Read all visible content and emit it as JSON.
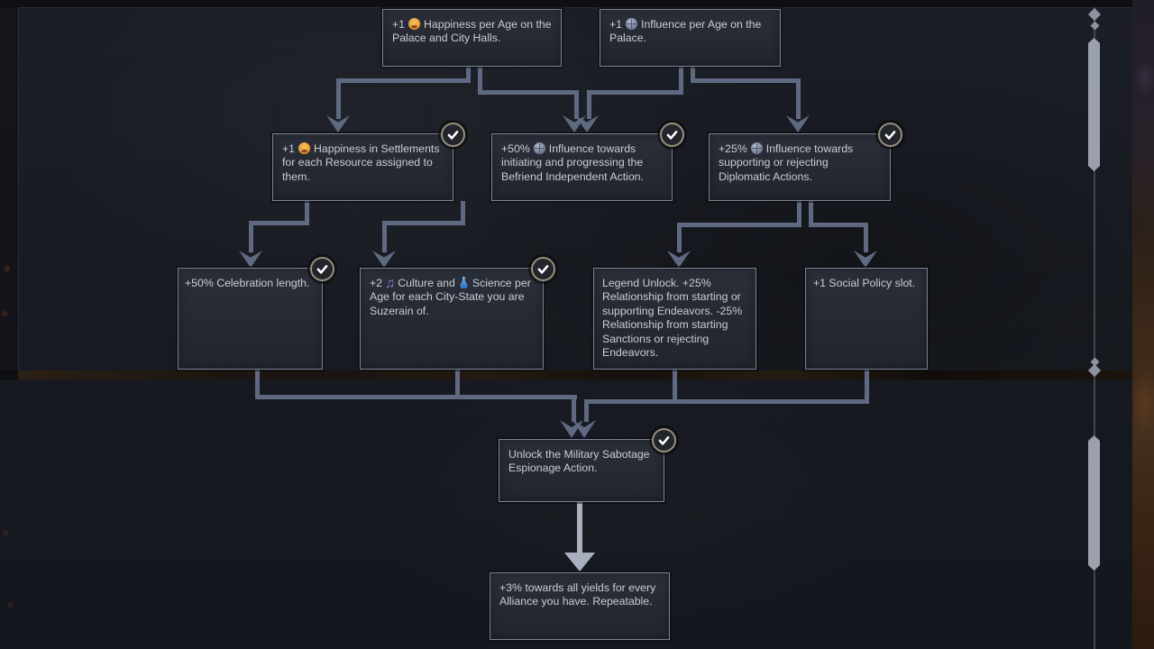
{
  "screen": {
    "context": "legacy-path-skill-tree"
  },
  "colors": {
    "panel_bg": "#191c23",
    "node_bg": "#262a33",
    "node_border": "#7b8290",
    "text": "#c9cdd4",
    "connector": "#5f6a82",
    "connector_light": "#a9b0bd",
    "check_border": "#97917c",
    "check_bg": "#22252b",
    "happiness_icon_color": "#eba235",
    "influence_icon_color": "#79839d",
    "culture_icon_color": "#8f7fd8",
    "science_icon_color": "#3f8fe0"
  },
  "icons": {
    "culture_glyph": "♫"
  },
  "nodes": {
    "palace_happiness": {
      "prefix": "+1",
      "icon": "happiness",
      "text": "Happiness per Age on the Palace and City Halls.",
      "completed": false
    },
    "palace_influence": {
      "prefix": "+1",
      "icon": "influence",
      "text": "Influence per Age on the Palace.",
      "completed": false
    },
    "settlement_happiness": {
      "prefix": "+1",
      "icon": "happiness",
      "text": "Happiness in Settlements for each Resource assigned to them.",
      "completed": true
    },
    "befriend_influence": {
      "prefix": "+50%",
      "icon": "influence",
      "text": "Influence towards initiating and progressing the Befriend Independent Action.",
      "completed": true
    },
    "diplomatic_influence": {
      "prefix": "+25%",
      "icon": "influence",
      "text": "Influence towards supporting or rejecting Diplomatic Actions.",
      "completed": true
    },
    "celebration_length": {
      "text": "+50% Celebration length.",
      "completed": true
    },
    "suzerain_yields": {
      "prefix": "+2",
      "icon": "culture",
      "mid": "Culture and",
      "icon2": "science",
      "text": "Science per Age for each City-State you are Suzerain of.",
      "completed": true
    },
    "legend_unlock": {
      "text": "Legend Unlock. +25% Relationship from starting or supporting Endeavors. -25% Relationship from starting Sanctions or rejecting Endeavors.",
      "completed": false
    },
    "social_policy": {
      "text": "+1 Social Policy slot.",
      "completed": false
    },
    "military_sabotage": {
      "text": "Unlock the Military Sabotage Espionage Action.",
      "completed": true
    },
    "alliance_yields": {
      "text": "+3% towards all yields for every Alliance you have. Repeatable.",
      "completed": false
    }
  }
}
